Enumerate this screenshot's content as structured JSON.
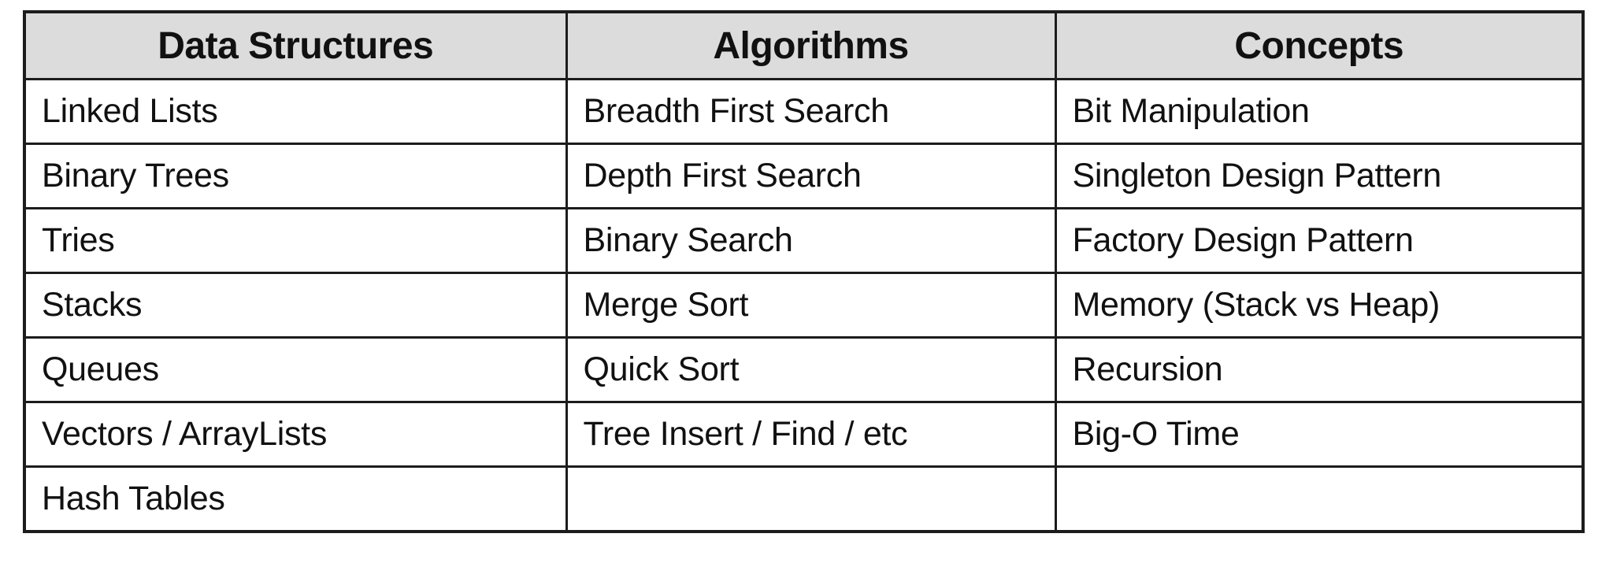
{
  "table": {
    "headers": [
      "Data Structures",
      "Algorithms",
      "Concepts"
    ],
    "rows": [
      [
        "Linked Lists",
        "Breadth First Search",
        "Bit Manipulation"
      ],
      [
        "Binary Trees",
        "Depth First Search",
        "Singleton Design Pattern"
      ],
      [
        "Tries",
        "Binary Search",
        "Factory Design Pattern"
      ],
      [
        "Stacks",
        "Merge Sort",
        "Memory (Stack vs Heap)"
      ],
      [
        "Queues",
        "Quick Sort",
        "Recursion"
      ],
      [
        "Vectors / ArrayLists",
        "Tree Insert / Find / etc",
        "Big-O Time"
      ],
      [
        "Hash Tables",
        "",
        ""
      ]
    ]
  },
  "colors": {
    "header_bg": "#dcdcdc",
    "border": "#1c1c1c",
    "text": "#111111"
  }
}
